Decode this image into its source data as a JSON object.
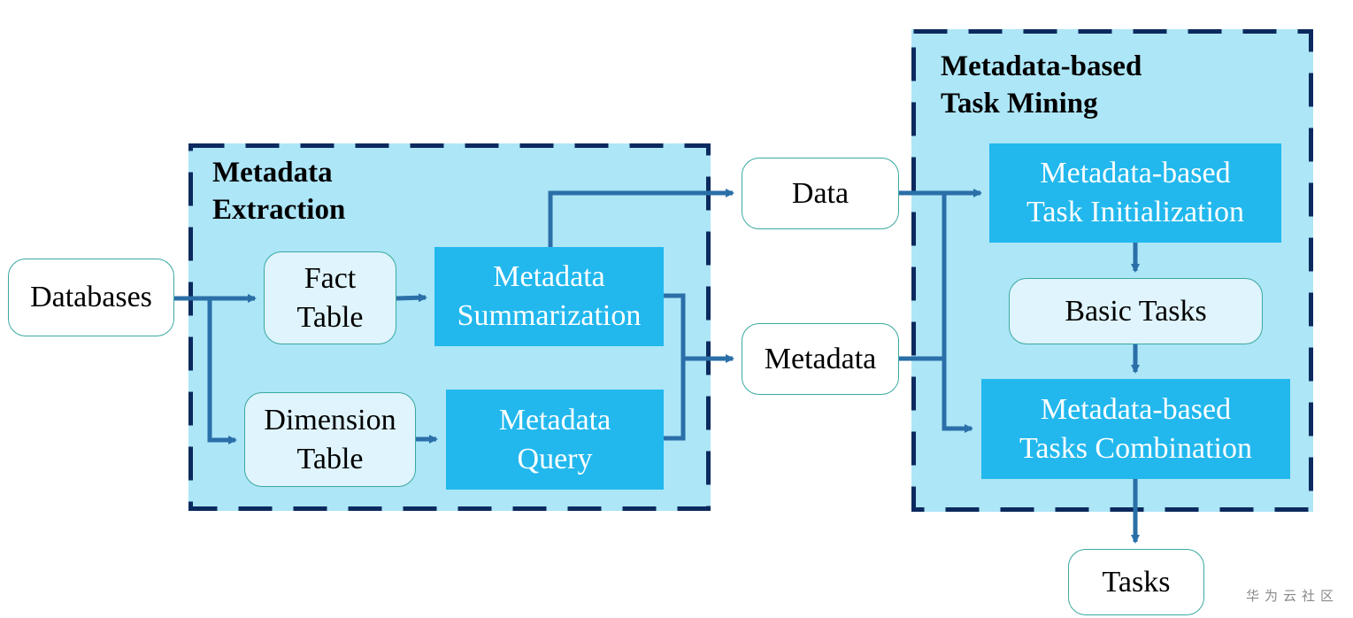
{
  "regions": {
    "extraction": {
      "title": "Metadata\nExtraction"
    },
    "mining": {
      "title": "Metadata-based\nTask Mining"
    }
  },
  "nodes": {
    "databases": "Databases",
    "fact_table": "Fact\nTable",
    "dimension_table": "Dimension\nTable",
    "metadata_summarization": "Metadata\nSummarization",
    "metadata_query": "Metadata\nQuery",
    "data": "Data",
    "metadata": "Metadata",
    "task_initialization": "Metadata-based\nTask Initialization",
    "basic_tasks": "Basic Tasks",
    "tasks_combination": "Metadata-based\nTasks Combination",
    "tasks": "Tasks"
  },
  "edges": [
    {
      "from": "databases",
      "to": "fact_table"
    },
    {
      "from": "databases",
      "to": "dimension_table"
    },
    {
      "from": "fact_table",
      "to": "metadata_summarization"
    },
    {
      "from": "dimension_table",
      "to": "metadata_query"
    },
    {
      "from": "metadata_summarization",
      "to": "data"
    },
    {
      "from": "metadata_summarization",
      "to": "metadata"
    },
    {
      "from": "metadata_query",
      "to": "metadata"
    },
    {
      "from": "data",
      "to": "task_initialization"
    },
    {
      "from": "data",
      "to": "tasks_combination"
    },
    {
      "from": "metadata",
      "to": "tasks_combination"
    },
    {
      "from": "task_initialization",
      "to": "basic_tasks"
    },
    {
      "from": "basic_tasks",
      "to": "tasks_combination"
    },
    {
      "from": "tasks_combination",
      "to": "tasks"
    }
  ],
  "colors": {
    "region_fill": "#ade6f7",
    "region_border": "#0b2a5e",
    "solid_node": "#22b8ee",
    "light_node": "#dff4fc",
    "node_border": "#3aa9a0",
    "arrow": "#2a6fa8"
  },
  "watermark": "华为云社区"
}
